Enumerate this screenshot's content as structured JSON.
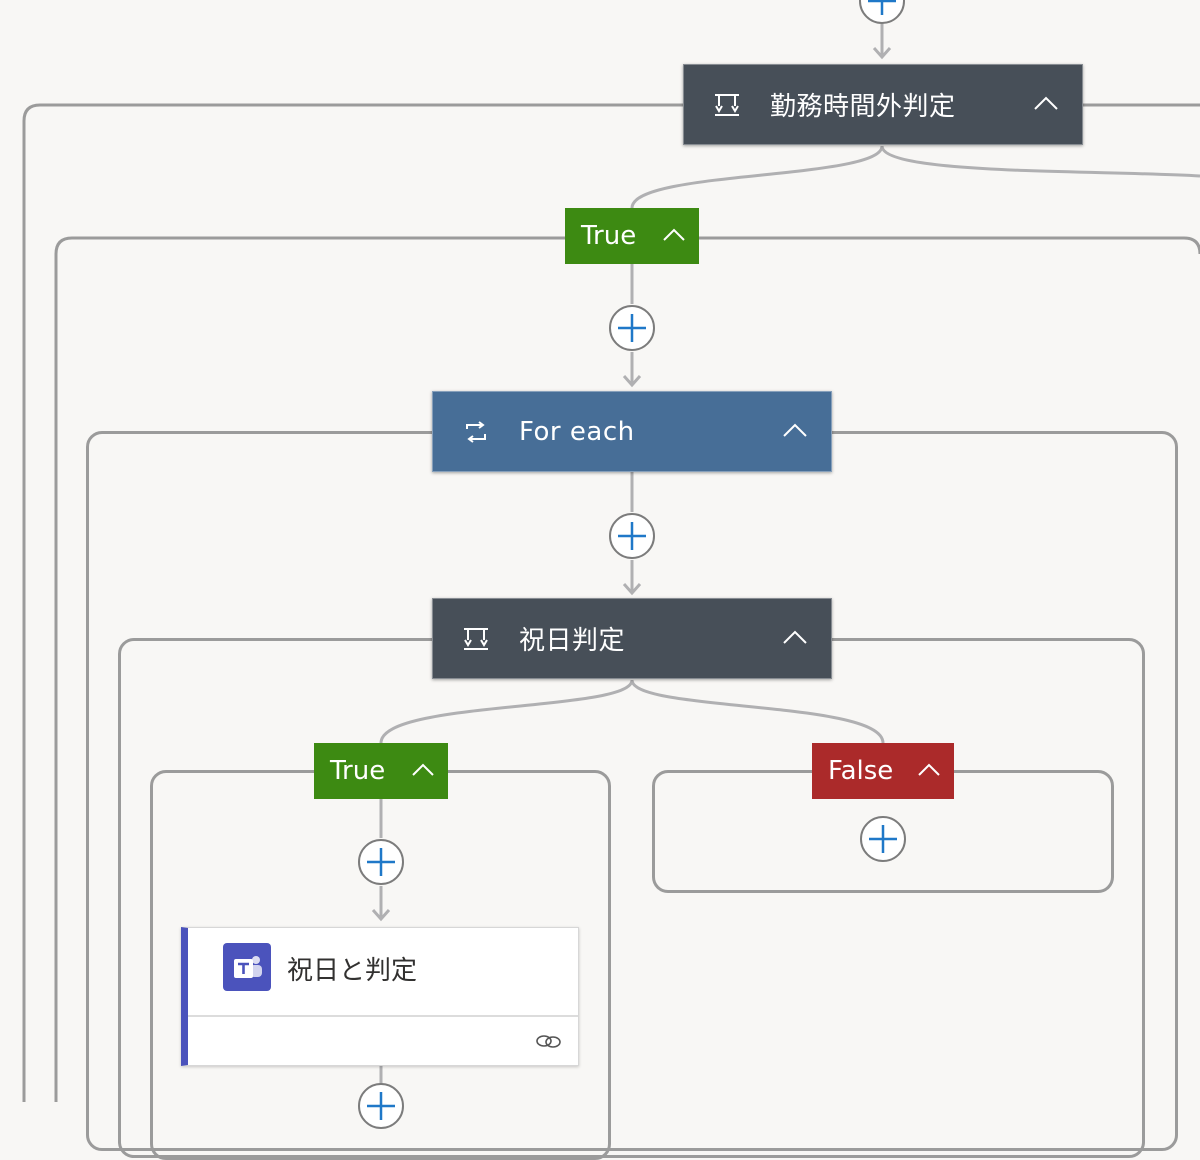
{
  "flow": {
    "outer_condition": {
      "label": "勤務時間外判定",
      "icon": "condition-icon",
      "color": "#474f58"
    },
    "outer_true_branch": {
      "label": "True",
      "color": "#3d8a12"
    },
    "for_each": {
      "label": "For each",
      "icon": "loop-icon",
      "color": "#476e97"
    },
    "inner_condition": {
      "label": "祝日判定",
      "icon": "condition-icon",
      "color": "#474f58"
    },
    "inner_true_branch": {
      "label": "True",
      "color": "#3d8a12"
    },
    "inner_false_branch": {
      "label": "False",
      "color": "#ab2a2a"
    },
    "teams_action": {
      "label": "祝日と判定",
      "icon": "teams-icon",
      "footer_icon": "link-icon",
      "accent": "#4b53bc"
    },
    "add_step_icon": "plus-icon",
    "collapse_icon": "chevron-up-icon"
  }
}
